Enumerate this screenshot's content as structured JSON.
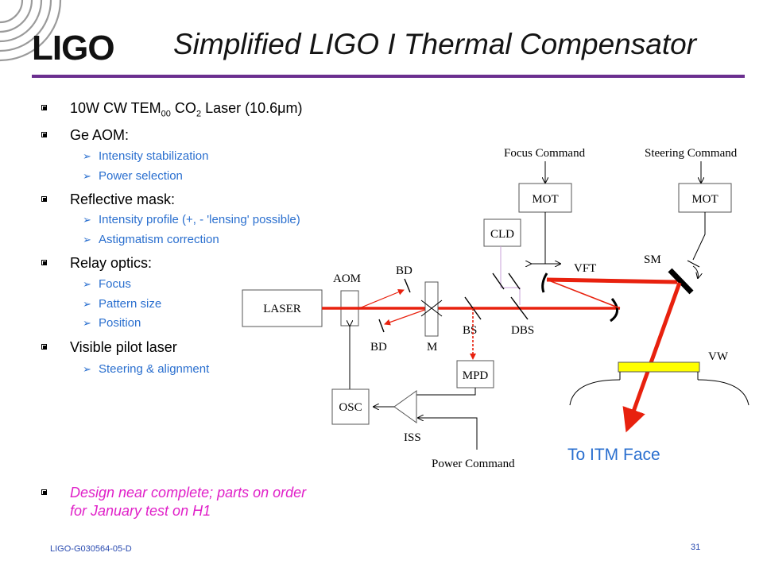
{
  "header": {
    "logo_text": "LIGO",
    "title": "Simplified LIGO I Thermal Compensator"
  },
  "bullets": {
    "laser": {
      "text": "10W CW TEM",
      "sub1": "00",
      "mid": " CO",
      "sub2": "2",
      "end": " Laser (10.6",
      "mu": "μ",
      "tail": "m)"
    },
    "aom": "Ge AOM:",
    "aom_items": [
      "Intensity stabilization",
      "Power selection"
    ],
    "mask": "Reflective mask:",
    "mask_items": [
      "Intensity profile (+, - 'lensing' possible)",
      "Astigmatism correction"
    ],
    "relay": "Relay optics:",
    "relay_items": [
      "Focus",
      "Pattern size",
      "Position"
    ],
    "pilot": "Visible pilot laser",
    "pilot_items": [
      "Steering & alignment"
    ],
    "status_line1": "Design near complete; parts on order",
    "status_line2": "for January test on H1"
  },
  "diagram": {
    "focus_command": "Focus Command",
    "steering_command": "Steering Command",
    "mot_left": "MOT",
    "mot_right": "MOT",
    "cld": "CLD",
    "vft": "VFT",
    "sm": "SM",
    "aom": "AOM",
    "bd_top": "BD",
    "bd_bottom": "BD",
    "laser": "LASER",
    "m": "M",
    "bs": "BS",
    "dbs": "DBS",
    "mpd": "MPD",
    "vw": "VW",
    "osc": "OSC",
    "iss": "ISS",
    "power_command": "Power Command",
    "itm_face": "To ITM Face"
  },
  "colors": {
    "title_rule": "#6b2f8f",
    "beam": "#e8210e",
    "sub_bullet": "#2a6fcf",
    "status": "#e020c8",
    "viewport_window": "#ffff00"
  },
  "footer": {
    "doc_id": "LIGO-G030564-05-D",
    "page": "31"
  }
}
